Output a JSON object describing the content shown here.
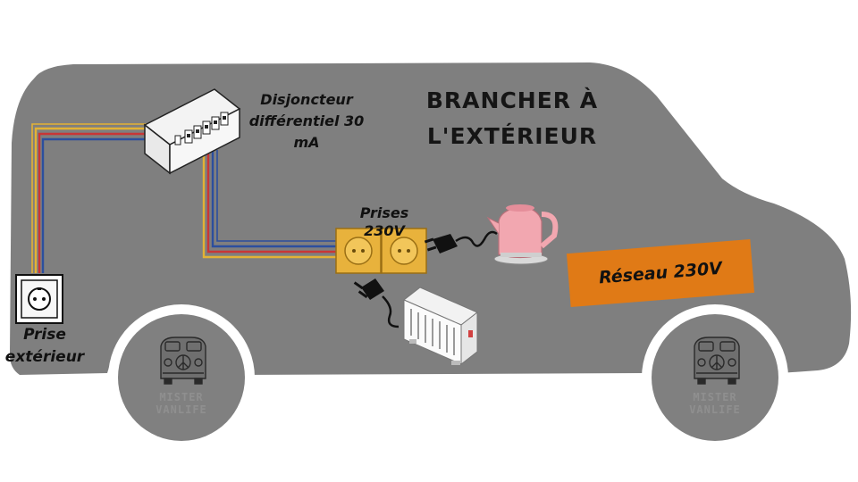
{
  "title_lines": [
    "BRANCHER À",
    "L'EXTÉRIEUR"
  ],
  "labels": {
    "breaker_lines": [
      "Disjoncteur",
      "différentiel 30 mA"
    ],
    "outlets": "Prises 230V",
    "exterior_lines": [
      "Prise",
      "extérieur"
    ],
    "network": "Réseau 230V"
  },
  "wheels": [
    {
      "logo_lines": [
        "MISTER",
        "VANLIFE"
      ]
    },
    {
      "logo_lines": [
        "MISTER",
        "VANLIFE"
      ]
    }
  ],
  "colors": {
    "van_body": "#7f7f7f",
    "badge": "#e07a16",
    "wire_live": "#c93636",
    "wire_neutral": "#2c4f9e",
    "wire_earth": "#e3b235",
    "outlet_yellow": "#e8b23c",
    "kettle": "#f2a7b0"
  },
  "icons": [
    "breaker-panel-icon",
    "exterior-socket-icon",
    "double-outlet-icon",
    "kettle-icon",
    "heater-icon",
    "plug-icon",
    "van-logo-icon"
  ]
}
